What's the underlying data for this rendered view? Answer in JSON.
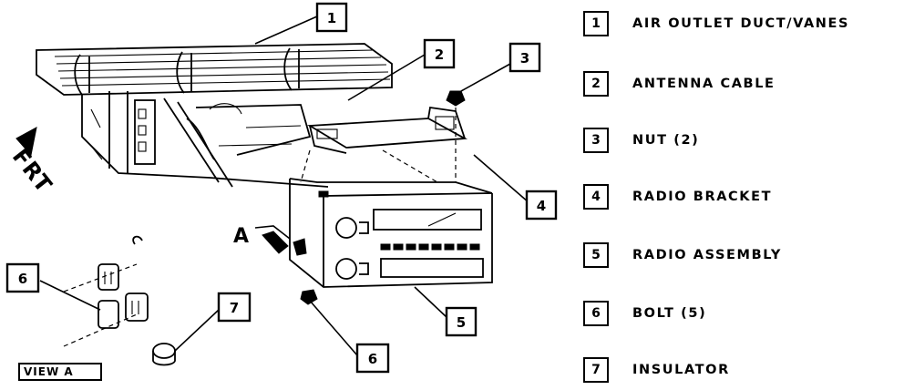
{
  "legend": {
    "items": [
      {
        "num": "1",
        "label": "AIR OUTLET DUCT/VANES"
      },
      {
        "num": "2",
        "label": "ANTENNA CABLE"
      },
      {
        "num": "3",
        "label": "NUT (2)"
      },
      {
        "num": "4",
        "label": "RADIO BRACKET"
      },
      {
        "num": "5",
        "label": "RADIO ASSEMBLY"
      },
      {
        "num": "6",
        "label": "BOLT (5)"
      },
      {
        "num": "7",
        "label": "INSULATOR"
      }
    ]
  },
  "callouts": {
    "c1": "1",
    "c2": "2",
    "c3": "3",
    "c4": "4",
    "c5": "5",
    "c6a": "6",
    "c6b": "6",
    "c7": "7"
  },
  "labels": {
    "frt": "FRT",
    "view_letter": "A",
    "view_box": "VIEW A"
  }
}
